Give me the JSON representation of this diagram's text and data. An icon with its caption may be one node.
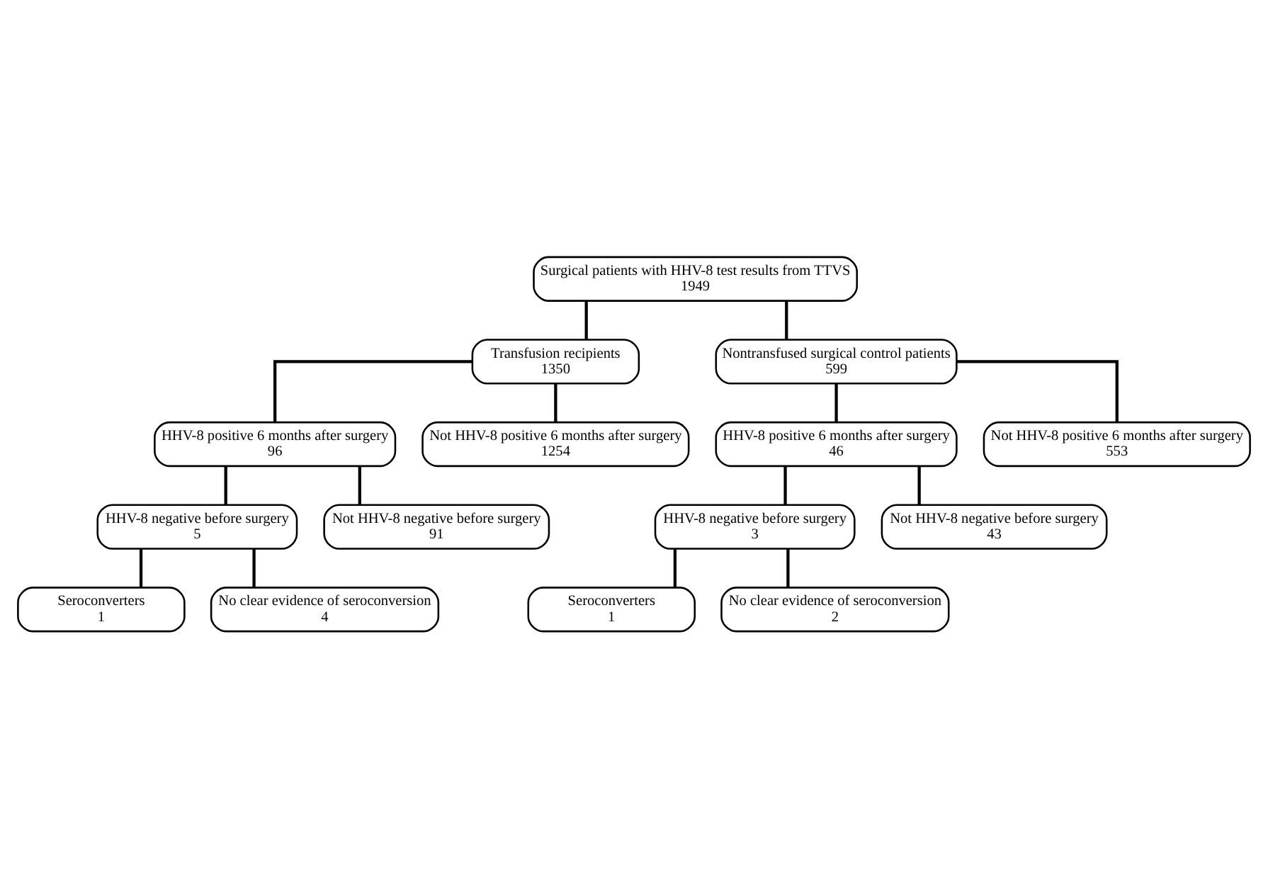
{
  "diagram": {
    "nodes": [
      {
        "text": [
          "Surgical patients with HHV-8 test results from TTVS",
          "1949"
        ]
      },
      {
        "text": [
          "Transfusion recipients",
          "1350"
        ]
      },
      {
        "text": [
          "Nontransfused surgical control patients",
          "599"
        ]
      },
      {
        "text": [
          "HHV-8 positive 6 months after surgery",
          "96"
        ]
      },
      {
        "text": [
          "Not HHV-8 positive 6 months after surgery",
          "1254"
        ]
      },
      {
        "text": [
          "HHV-8 positive 6 months after surgery",
          "46"
        ]
      },
      {
        "text": [
          "Not HHV-8 positive 6 months after surgery",
          "553"
        ]
      },
      {
        "text": [
          "HHV-8 negative before surgery",
          "5"
        ]
      },
      {
        "text": [
          "Not HHV-8 negative before surgery",
          "91"
        ]
      },
      {
        "text": [
          "HHV-8 negative before surgery",
          "3"
        ]
      },
      {
        "text": [
          "Not HHV-8 negative before surgery",
          "43"
        ]
      },
      {
        "text": [
          "Seroconverters",
          "1"
        ]
      },
      {
        "text": [
          "No clear evidence of seroconversion",
          "4"
        ]
      },
      {
        "text": [
          "Seroconverters",
          "1"
        ]
      },
      {
        "text": [
          "No clear evidence of seroconversion",
          "2"
        ]
      }
    ],
    "edges": [
      {
        "from": 0,
        "to": 1,
        "arrow": "none"
      },
      {
        "from": 0,
        "to": 2,
        "arrow": "none"
      },
      {
        "from": 1,
        "to": 3,
        "arrow": "none"
      },
      {
        "from": 1,
        "to": 4,
        "arrow": "none"
      },
      {
        "from": 2,
        "to": 5,
        "arrow": "none"
      },
      {
        "from": 2,
        "to": 6,
        "arrow": "none"
      },
      {
        "from": 3,
        "to": 7,
        "arrow": "none"
      },
      {
        "from": 3,
        "to": 8,
        "arrow": "none"
      },
      {
        "from": 5,
        "to": 9,
        "arrow": "none"
      },
      {
        "from": 5,
        "to": 10,
        "arrow": "none"
      },
      {
        "from": 7,
        "to": 11,
        "arrow": "none"
      },
      {
        "from": 7,
        "to": 12,
        "arrow": "none"
      },
      {
        "from": 9,
        "to": 13,
        "arrow": "none"
      },
      {
        "from": 9,
        "to": 14,
        "arrow": "none"
      }
    ]
  }
}
